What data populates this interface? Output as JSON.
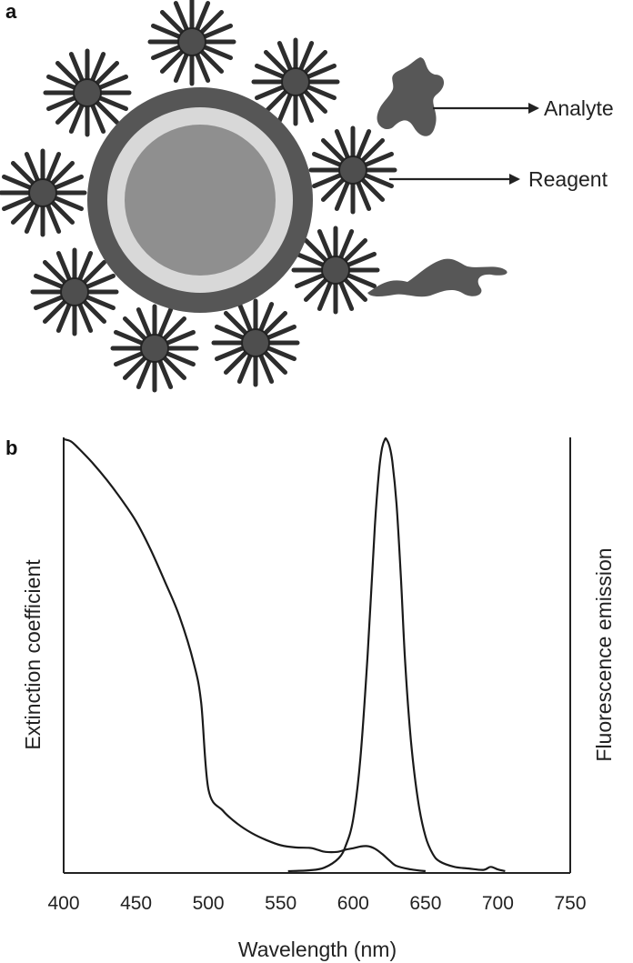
{
  "panel_a": {
    "label": "a",
    "callouts": {
      "analyte": "Analyte",
      "reagent": "Reagent"
    }
  },
  "panel_b": {
    "label": "b"
  },
  "chart_data": {
    "type": "line",
    "title": "",
    "xlabel": "Wavelength (nm)",
    "ylabel": "Extinction coefficient",
    "y2label": "Fluorescence emission",
    "xlim": [
      400,
      750
    ],
    "x_ticks": [
      400,
      450,
      500,
      550,
      600,
      650,
      700,
      750
    ],
    "ylim": [
      0,
      1
    ],
    "grid": false,
    "series": [
      {
        "x": [
          400,
          405,
          410,
          420,
          430,
          440,
          450,
          460,
          470,
          480,
          490,
          495,
          500,
          510,
          520,
          530,
          540,
          550,
          560,
          570,
          575,
          580,
          585,
          590,
          595,
          600,
          605,
          610,
          615,
          620,
          625,
          630,
          640,
          650
        ],
        "y": [
          1.0,
          0.995,
          0.98,
          0.945,
          0.905,
          0.86,
          0.81,
          0.745,
          0.67,
          0.59,
          0.48,
          0.39,
          0.19,
          0.14,
          0.11,
          0.088,
          0.072,
          0.06,
          0.055,
          0.054,
          0.05,
          0.045,
          0.044,
          0.045,
          0.05,
          0.053,
          0.057,
          0.058,
          0.052,
          0.04,
          0.025,
          0.012,
          0.004,
          0.0
        ]
      },
      {
        "x": [
          555,
          570,
          580,
          590,
          595,
          600,
          605,
          610,
          615,
          618,
          620,
          622,
          623,
          625,
          627,
          630,
          633,
          636,
          640,
          645,
          650,
          655,
          660,
          670,
          680,
          690,
          695,
          700,
          705
        ],
        "y": [
          0.0,
          0.002,
          0.008,
          0.03,
          0.06,
          0.12,
          0.26,
          0.5,
          0.8,
          0.93,
          0.98,
          1.0,
          1.0,
          0.985,
          0.95,
          0.85,
          0.68,
          0.48,
          0.3,
          0.16,
          0.08,
          0.04,
          0.022,
          0.01,
          0.006,
          0.003,
          0.01,
          0.004,
          0.0
        ]
      }
    ]
  }
}
